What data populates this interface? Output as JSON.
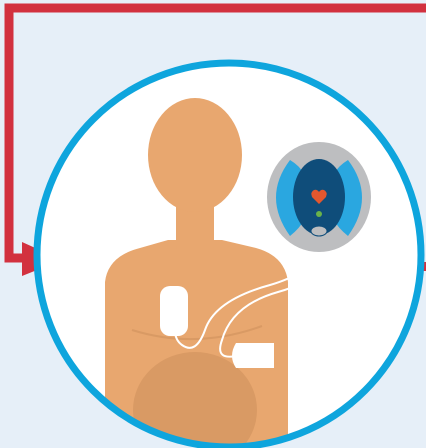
{
  "colors": {
    "background": "#e6eff8",
    "circle_ring": "#0ea5dd",
    "circle_fill": "#ffffff",
    "arrow_red": "#d2313f",
    "skin": "#e8a76f",
    "skin_shadow": "#d99a64",
    "aed_body": "#bdbec0",
    "aed_blue": "#2aa7e0",
    "aed_dark": "#0f4d7a",
    "aed_heart": "#e4572e",
    "aed_light": "#6ab34a",
    "pad": "#ffffff",
    "cable": "#ffffff"
  },
  "icons": {
    "flow_arrow_in": "right-arrow-icon",
    "flow_arrow_out": "right-arrow-icon",
    "heart": "heart-icon",
    "speaker": "speaker-icon"
  },
  "scene": {
    "subject": "person-silhouette",
    "device": "aed-defibrillator",
    "pads": [
      "upper-right-chest-pad",
      "lower-left-chest-pad"
    ]
  }
}
